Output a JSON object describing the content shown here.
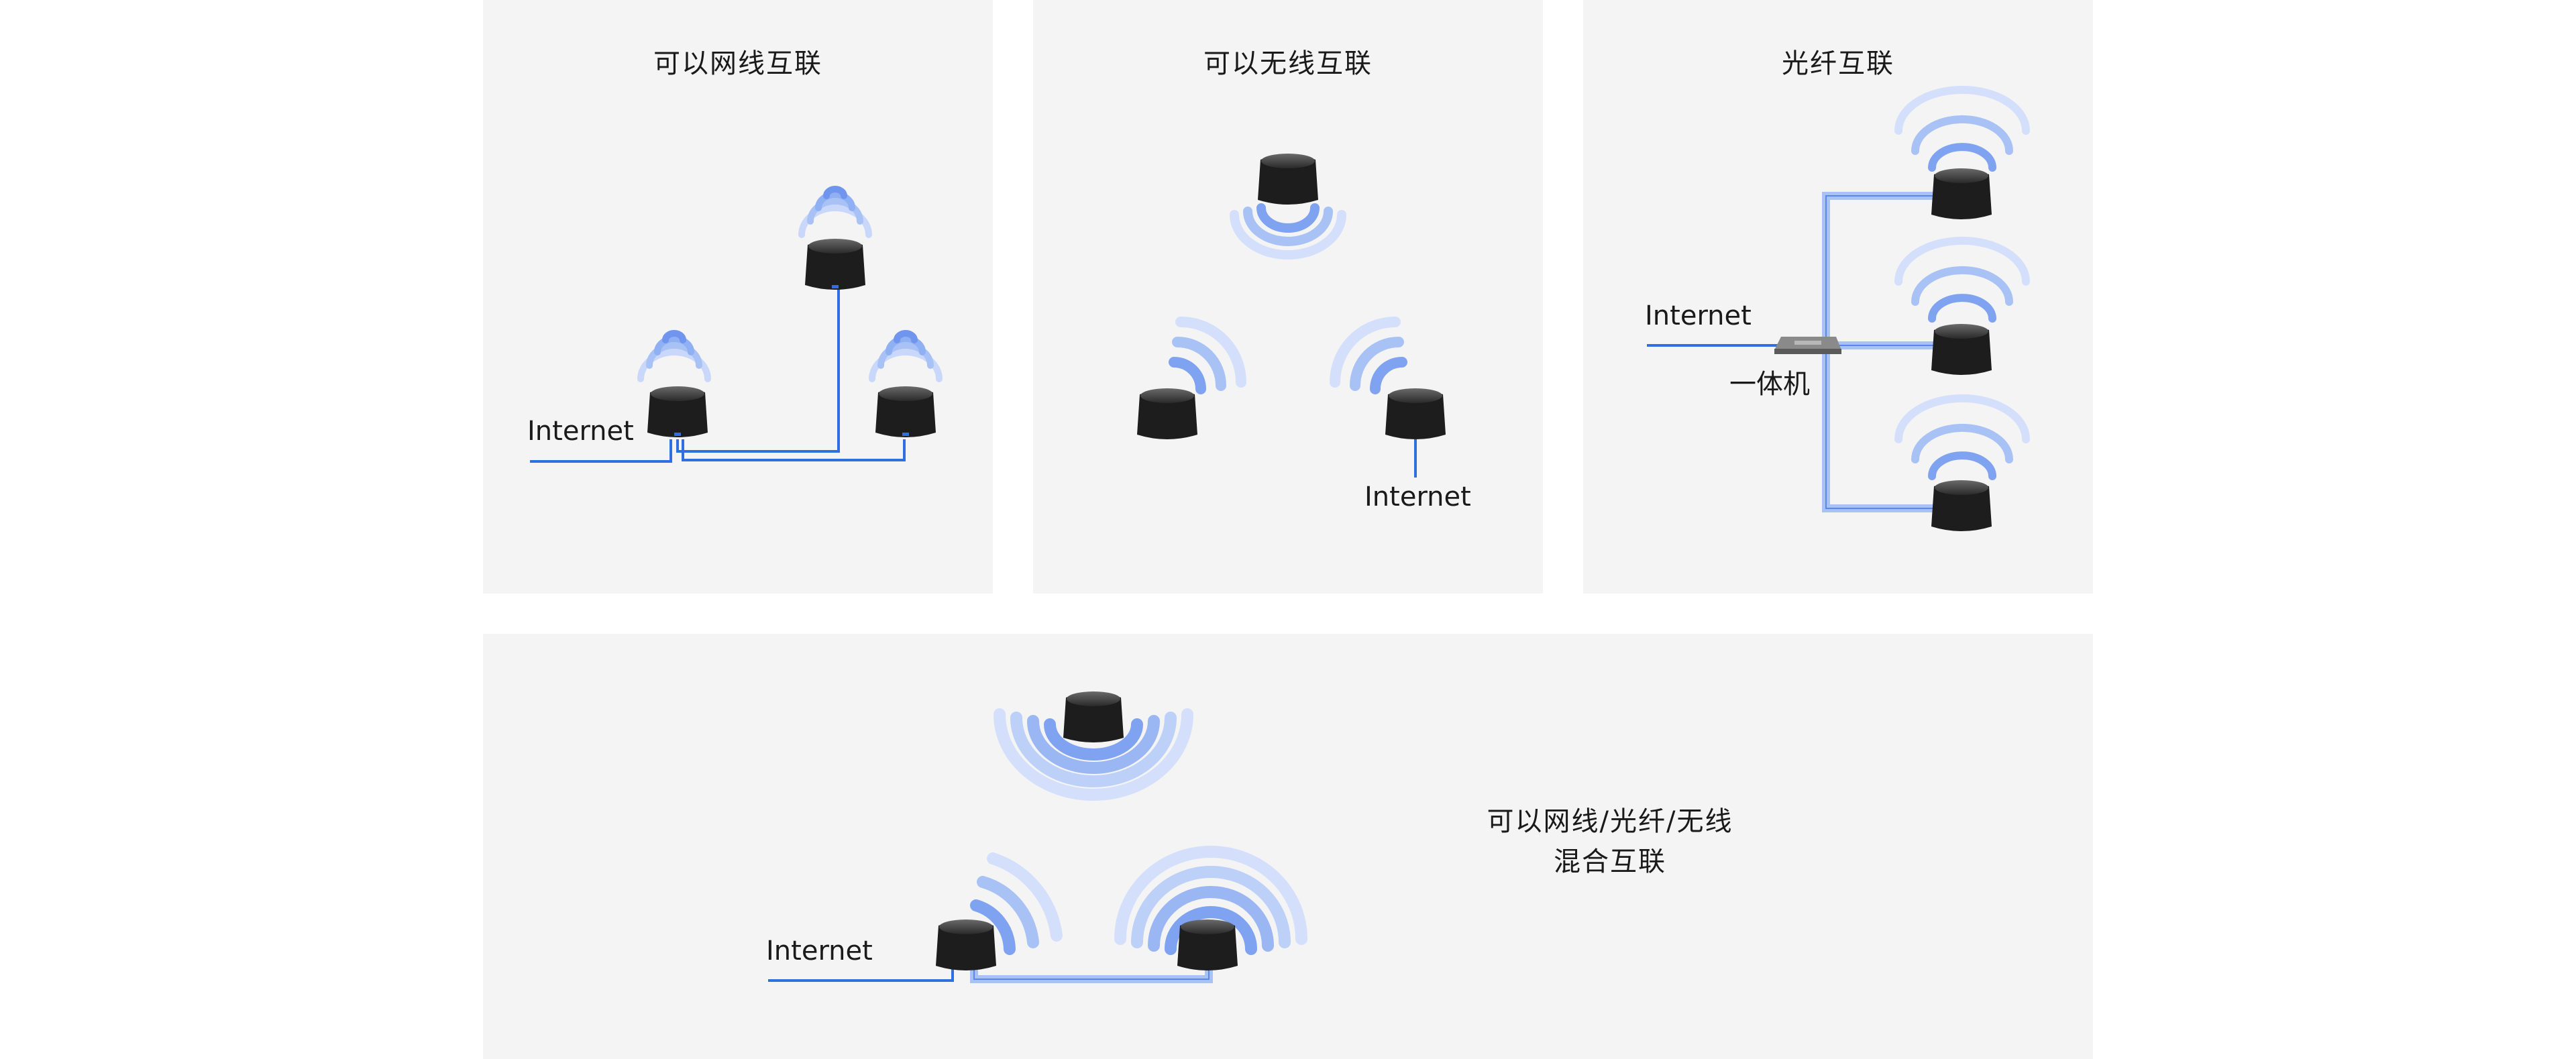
{
  "panels": {
    "wired": {
      "title": "可以网线互联",
      "internet_label": "Internet"
    },
    "wireless": {
      "title": "可以无线互联",
      "internet_label": "Internet"
    },
    "fiber": {
      "title": "光纤互联",
      "internet_label": "Internet",
      "switch_label": "一体机"
    },
    "mixed": {
      "title_line1": "可以网线/光纤/无线",
      "title_line2": "混合互联",
      "internet_label": "Internet"
    }
  },
  "colors": {
    "panel_bg": "#f4f4f4",
    "wire": "#2f6fe0",
    "fiber": "#a9c2f5",
    "wave": "#8fb0f2",
    "router_body": "#1b1b1b"
  }
}
